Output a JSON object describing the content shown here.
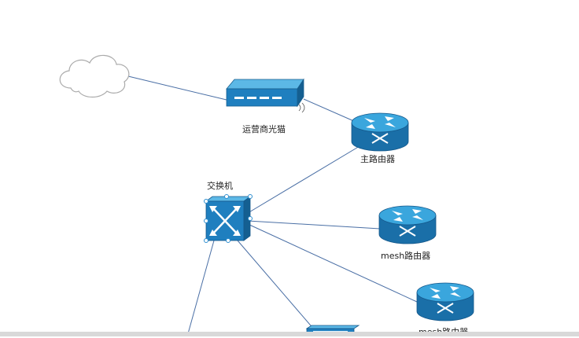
{
  "nodes": {
    "cloud": {
      "label": ""
    },
    "modem": {
      "label": "运营商光猫"
    },
    "main_router": {
      "label": "主路由器"
    },
    "switch": {
      "label": "交换机"
    },
    "mesh_router_1": {
      "label": "mesh路由器"
    },
    "mesh_router_2": {
      "label": "mesh路由器"
    }
  },
  "colors": {
    "device_blue": "#1f7fbf",
    "device_light": "#3aa6dd",
    "link_line": "#4a6fa5",
    "cloud_stroke": "#aaaaaa"
  },
  "icons": {
    "cloud": "cloud-icon",
    "modem": "modem-icon",
    "router": "router-icon",
    "switch": "switch-icon"
  }
}
